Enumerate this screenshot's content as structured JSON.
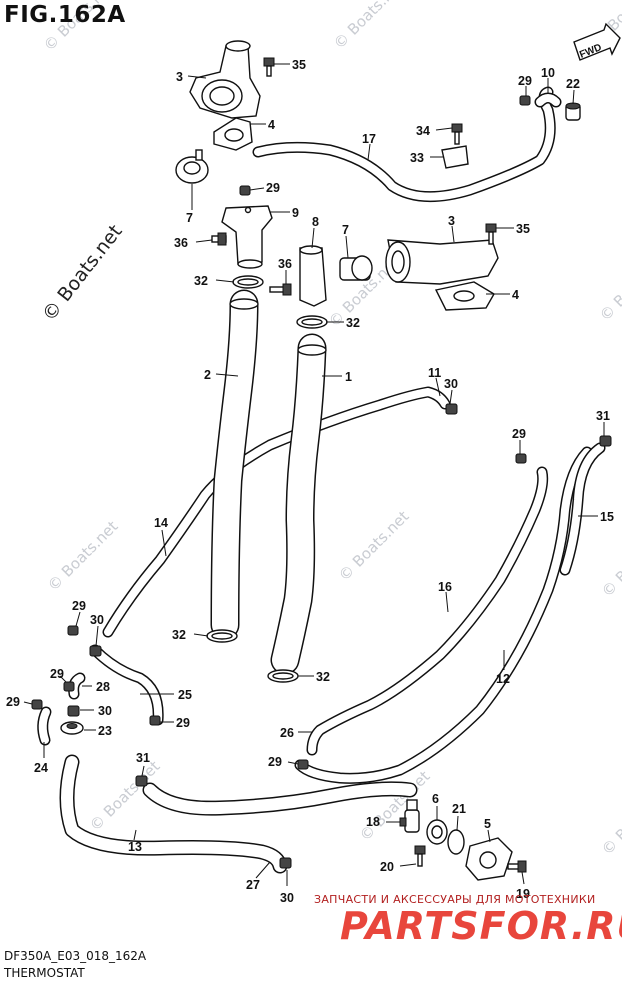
{
  "figure": {
    "title": "FIG.162A",
    "code": "DF350A_E03_018_162A",
    "name": "THERMOSTAT",
    "direction_badge": "FWD"
  },
  "watermarks": {
    "main": "© Boats.net",
    "faint": "© Boats.net"
  },
  "promo": {
    "tagline": "ЗАПЧАСТИ И АКСЕССУАРЫ ДЛЯ МОТОТЕХНИКИ",
    "logo": "PARTSFOR.RU"
  },
  "callouts": [
    {
      "id": "c-3a",
      "label": "3"
    },
    {
      "id": "c-35a",
      "label": "35"
    },
    {
      "id": "c-4a",
      "label": "4"
    },
    {
      "id": "c-7a",
      "label": "7"
    },
    {
      "id": "c-29a",
      "label": "29"
    },
    {
      "id": "c-9",
      "label": "9"
    },
    {
      "id": "c-36a",
      "label": "36"
    },
    {
      "id": "c-32a",
      "label": "32"
    },
    {
      "id": "c-8",
      "label": "8"
    },
    {
      "id": "c-7b",
      "label": "7"
    },
    {
      "id": "c-3b",
      "label": "3"
    },
    {
      "id": "c-35b",
      "label": "35"
    },
    {
      "id": "c-4b",
      "label": "4"
    },
    {
      "id": "c-36b",
      "label": "36"
    },
    {
      "id": "c-32b",
      "label": "32"
    },
    {
      "id": "c-17",
      "label": "17"
    },
    {
      "id": "c-34",
      "label": "34"
    },
    {
      "id": "c-33",
      "label": "33"
    },
    {
      "id": "c-29b",
      "label": "29"
    },
    {
      "id": "c-10",
      "label": "10"
    },
    {
      "id": "c-22",
      "label": "22"
    },
    {
      "id": "c-2",
      "label": "2"
    },
    {
      "id": "c-1",
      "label": "1"
    },
    {
      "id": "c-11",
      "label": "11"
    },
    {
      "id": "c-30a",
      "label": "30"
    },
    {
      "id": "c-31a",
      "label": "31"
    },
    {
      "id": "c-29c",
      "label": "29"
    },
    {
      "id": "c-15",
      "label": "15"
    },
    {
      "id": "c-14",
      "label": "14"
    },
    {
      "id": "c-16",
      "label": "16"
    },
    {
      "id": "c-12",
      "label": "12"
    },
    {
      "id": "c-29d",
      "label": "29"
    },
    {
      "id": "c-30b",
      "label": "30"
    },
    {
      "id": "c-32c",
      "label": "32"
    },
    {
      "id": "c-32d",
      "label": "32"
    },
    {
      "id": "c-29e",
      "label": "29"
    },
    {
      "id": "c-28",
      "label": "28"
    },
    {
      "id": "c-25",
      "label": "25"
    },
    {
      "id": "c-29f",
      "label": "29"
    },
    {
      "id": "c-30c",
      "label": "30"
    },
    {
      "id": "c-29g",
      "label": "29"
    },
    {
      "id": "c-23",
      "label": "23"
    },
    {
      "id": "c-24",
      "label": "24"
    },
    {
      "id": "c-26",
      "label": "26"
    },
    {
      "id": "c-29h",
      "label": "29"
    },
    {
      "id": "c-31b",
      "label": "31"
    },
    {
      "id": "c-13",
      "label": "13"
    },
    {
      "id": "c-6",
      "label": "6"
    },
    {
      "id": "c-21",
      "label": "21"
    },
    {
      "id": "c-18",
      "label": "18"
    },
    {
      "id": "c-5",
      "label": "5"
    },
    {
      "id": "c-20",
      "label": "20"
    },
    {
      "id": "c-19",
      "label": "19"
    },
    {
      "id": "c-27",
      "label": "27"
    },
    {
      "id": "c-30d",
      "label": "30"
    }
  ]
}
